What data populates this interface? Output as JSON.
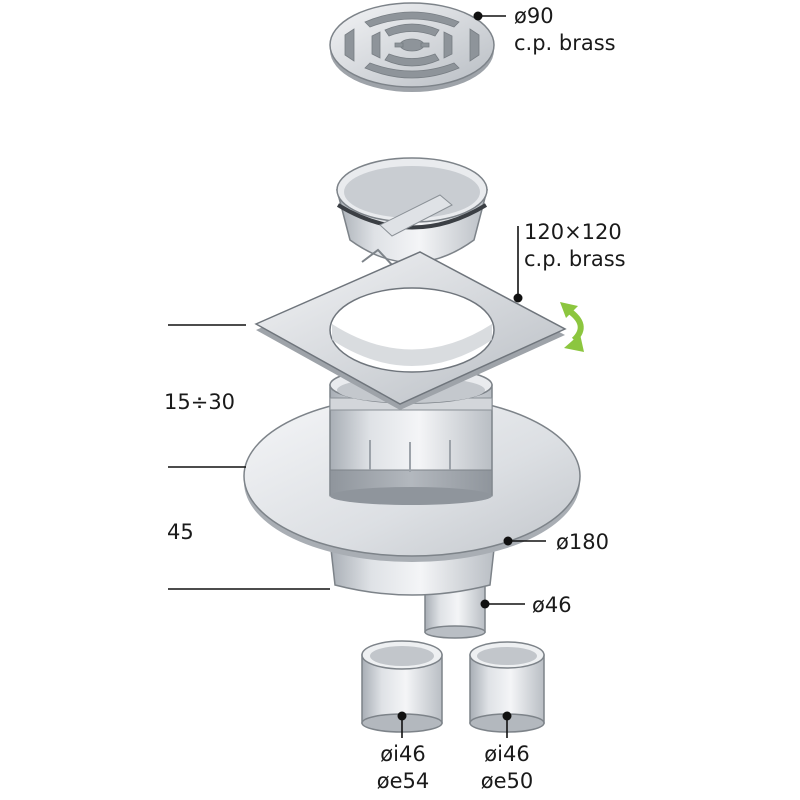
{
  "colors": {
    "metal_light": "#eef0f2",
    "metal_mid": "#c9cdd2",
    "metal_dark": "#9aa0a7",
    "outline": "#6f757c",
    "leader": "#111111",
    "rotate_arrow": "#8cc63f"
  },
  "labels": {
    "grate_dia": "ø90",
    "grate_material": "c.p. brass",
    "frame_size": "120×120",
    "frame_material": "c.p. brass",
    "height_adjust": "15÷30",
    "height_body": "45",
    "flange_dia": "ø180",
    "outlet_dia": "ø46",
    "adapter1_inner": "øi46",
    "adapter1_outer": "øe54",
    "adapter2_inner": "øi46",
    "adapter2_outer": "øe50"
  },
  "icons": {
    "rotate": "rotate-arrows-icon"
  }
}
